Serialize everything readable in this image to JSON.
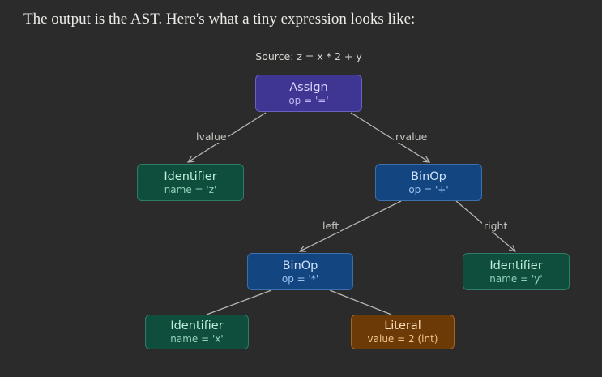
{
  "intro_text": "The output is the AST. Here's what a tiny expression looks like:",
  "caption": "Source: z = x * 2 + y",
  "tree": {
    "assign": {
      "type": "Assign",
      "attr": "op = '='"
    },
    "identifier_z": {
      "type": "Identifier",
      "attr": "name = 'z'"
    },
    "binop_plus": {
      "type": "BinOp",
      "attr": "op = '+'"
    },
    "binop_times": {
      "type": "BinOp",
      "attr": "op = '*'"
    },
    "identifier_y": {
      "type": "Identifier",
      "attr": "name = 'y'"
    },
    "identifier_x": {
      "type": "Identifier",
      "attr": "name = 'x'"
    },
    "literal_2": {
      "type": "Literal",
      "attr": "value = 2 (int)"
    }
  },
  "edge_labels": {
    "lvalue": "lvalue",
    "rvalue": "rvalue",
    "left": "left",
    "right": "right"
  },
  "colors": {
    "assign": "#3f3592",
    "identifier": "#0f4d3c",
    "binop": "#134580",
    "literal": "#6b3a07",
    "edge": "#b8b6b0"
  }
}
